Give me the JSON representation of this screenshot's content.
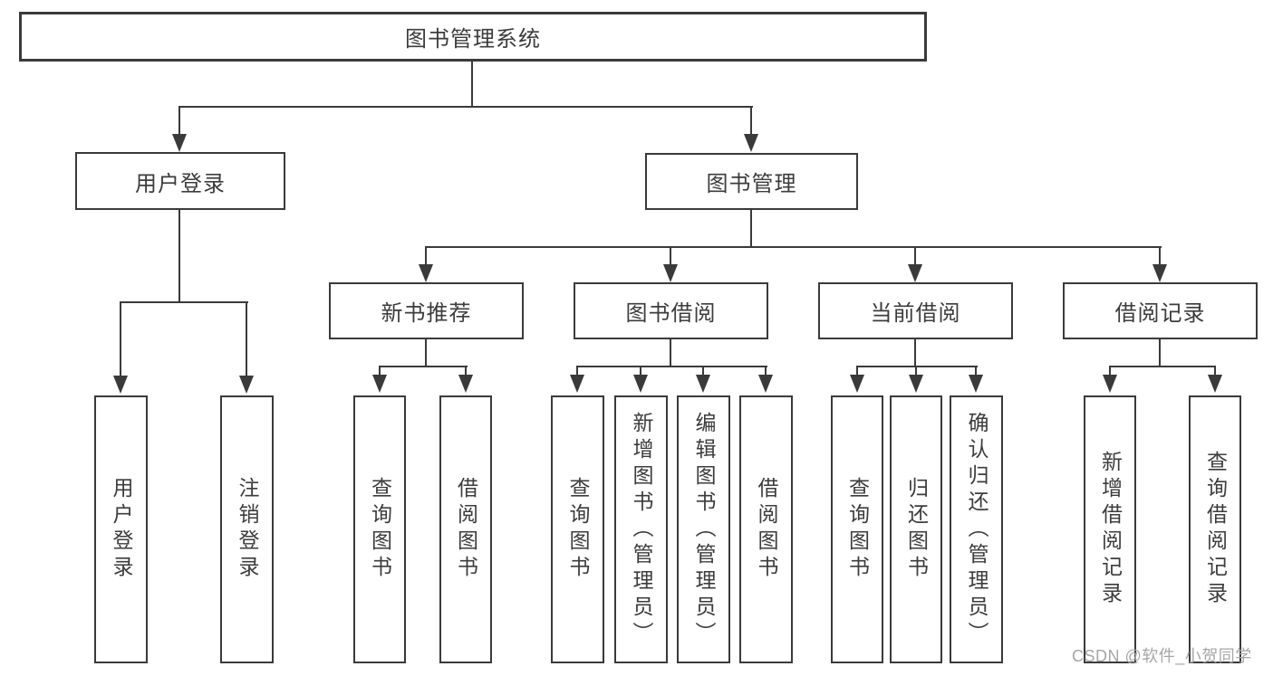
{
  "colors": {
    "background": "#ffffff",
    "line": "#3a3a3a",
    "box_border": "#3a3a3a",
    "text": "#3c3c3c",
    "watermark": "#a6a6a6"
  },
  "watermark": {
    "text": "CSDN @软件_小贺同学"
  },
  "tree": {
    "label": "图书管理系统",
    "children": [
      {
        "label": "用户登录",
        "children": [
          {
            "label": "用户登录"
          },
          {
            "label": "注销登录"
          }
        ]
      },
      {
        "label": "图书管理",
        "children": [
          {
            "label": "新书推荐",
            "children": [
              {
                "label": "查询图书"
              },
              {
                "label": "借阅图书"
              }
            ]
          },
          {
            "label": "图书借阅",
            "children": [
              {
                "label": "查询图书"
              },
              {
                "label": "新增图书（管理员）"
              },
              {
                "label": "编辑图书（管理员）"
              },
              {
                "label": "借阅图书"
              }
            ]
          },
          {
            "label": "当前借阅",
            "children": [
              {
                "label": "查询图书"
              },
              {
                "label": "归还图书"
              },
              {
                "label": "确认归还（管理员）"
              }
            ]
          },
          {
            "label": "借阅记录",
            "children": [
              {
                "label": "新增借阅记录"
              },
              {
                "label": "查询借阅记录"
              }
            ]
          }
        ]
      }
    ]
  }
}
